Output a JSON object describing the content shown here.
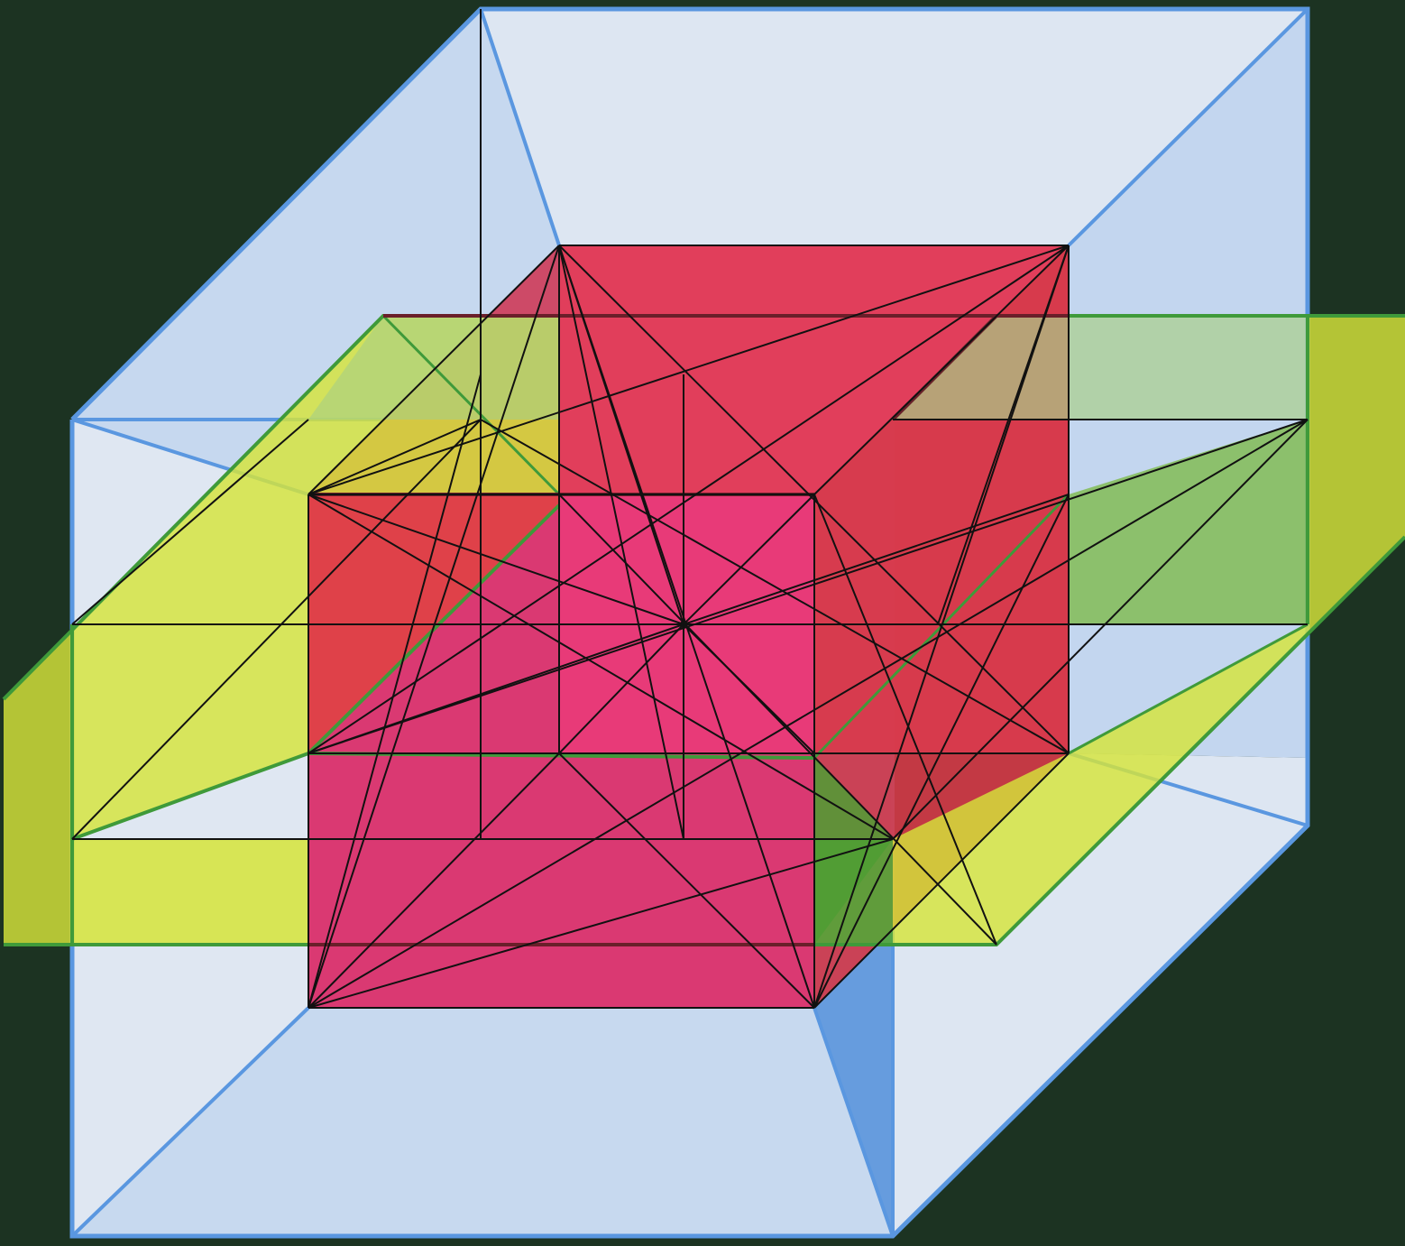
{
  "artwork": {
    "kind": "geometric abstract illustration",
    "palette": {
      "background": "#1c3322",
      "outer_cube_face": "#c4d6ee",
      "outer_cube_face_light": "#dde6f2",
      "outer_cube_edge": "#5a97e0",
      "inner_cube_front": "#e83a75",
      "inner_cube_side": "#d53a48",
      "plane_yellow": "#d6e43a",
      "plane_green": "#5aa838",
      "plane_edge": "#3f9a3a",
      "construction_line": "#111111",
      "channel_blue": "#5f98dc"
    },
    "elements": {
      "outer_cube": "outer-cube",
      "inner_cube": "inner-cube",
      "horizontal_plane": "horizontal-plane",
      "construction_lines": "construction-lines"
    }
  }
}
